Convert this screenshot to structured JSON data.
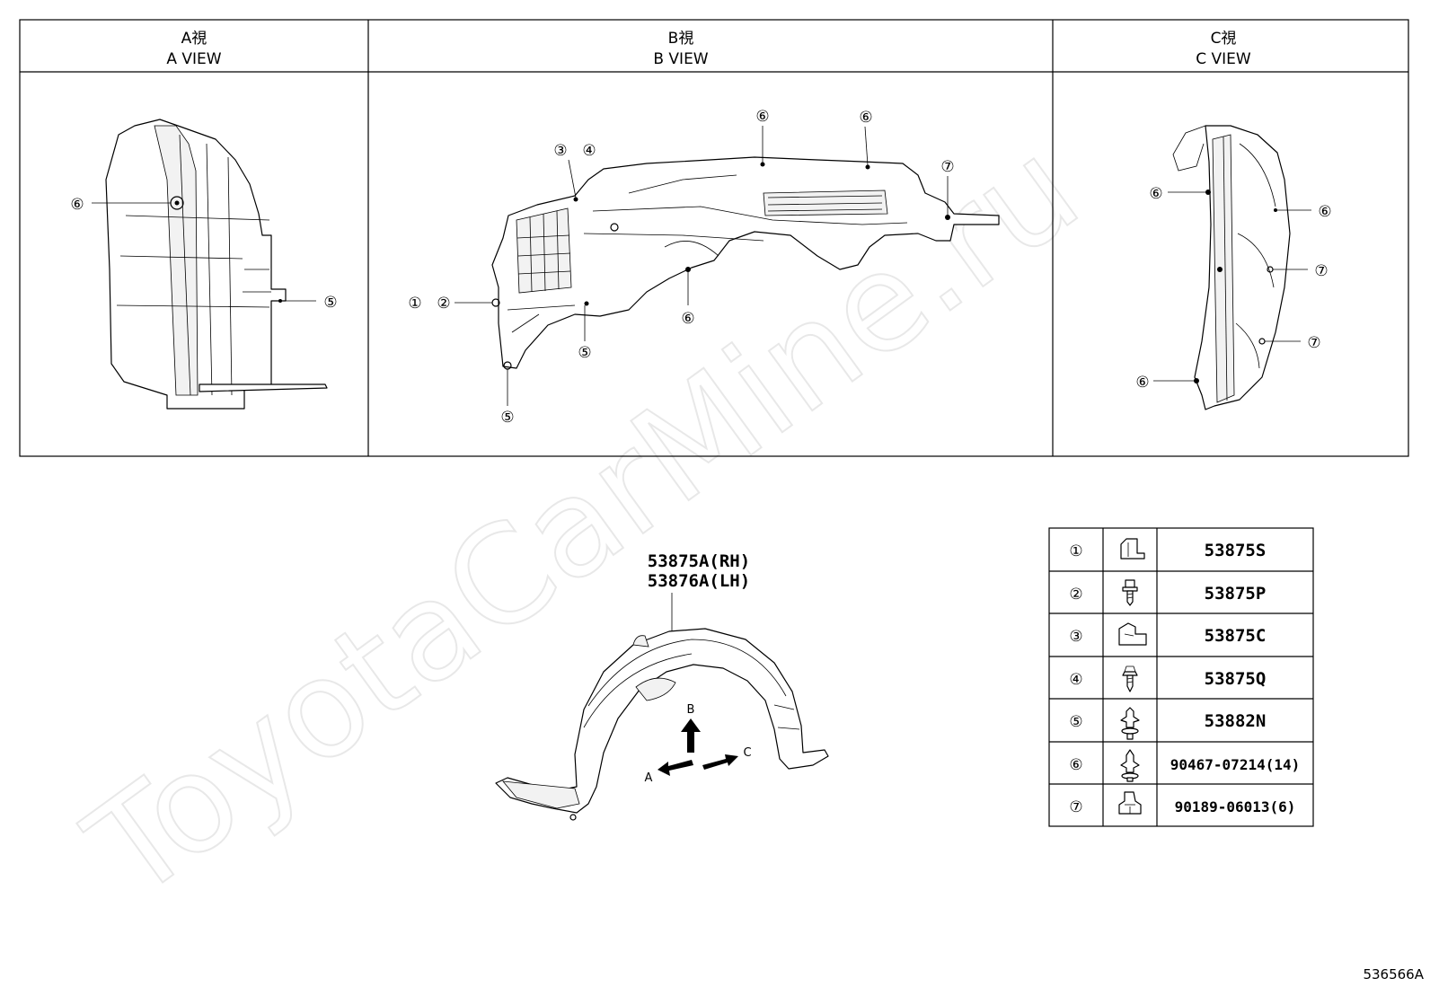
{
  "views": [
    {
      "title_jp": "A視",
      "title_en": "A VIEW"
    },
    {
      "title_jp": "B視",
      "title_en": "B VIEW"
    },
    {
      "title_jp": "C視",
      "title_en": "C VIEW"
    }
  ],
  "callouts": {
    "a": [
      "⑥",
      "⑤"
    ],
    "b": [
      "⑥",
      "⑥",
      "③",
      "④",
      "⑦",
      "①",
      "②",
      "⑤",
      "⑥",
      "⑤"
    ],
    "c": [
      "⑥",
      "⑥",
      "⑦",
      "⑦",
      "⑥"
    ]
  },
  "main_part": {
    "code_rh": "53875A(RH)",
    "code_lh": "53876A(LH)"
  },
  "directions": {
    "a": "A",
    "b": "B",
    "c": "C"
  },
  "legend": [
    {
      "num": "①",
      "icon": "clip-icon",
      "part": "53875S"
    },
    {
      "num": "②",
      "icon": "screw-icon",
      "part": "53875P"
    },
    {
      "num": "③",
      "icon": "nut-icon",
      "part": "53875C"
    },
    {
      "num": "④",
      "icon": "screw-icon",
      "part": "53875Q"
    },
    {
      "num": "⑤",
      "icon": "push-rivet-icon",
      "part": "53882N"
    },
    {
      "num": "⑥",
      "icon": "push-rivet-icon",
      "part": "90467-07214(14)"
    },
    {
      "num": "⑦",
      "icon": "clip-nut-icon",
      "part": "90189-06013(6)"
    }
  ],
  "watermark": "ToyotaCarMine.ru",
  "diagram_id": "536566A"
}
